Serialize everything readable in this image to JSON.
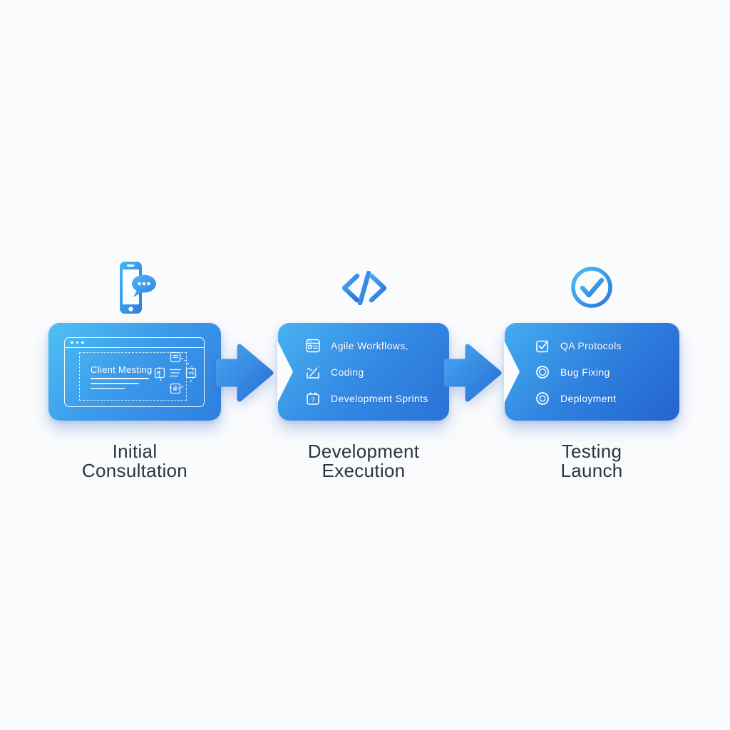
{
  "colors": {
    "background": "#fafbfd",
    "card_gradient_light": "#4ec1f2",
    "card_gradient_dark": "#2464ce",
    "arrow_gradient_light": "#45a5ee",
    "arrow_gradient_dark": "#2a70d6",
    "card_text": "#ffffff",
    "title_text": "#2d3340"
  },
  "stages": [
    {
      "top_icon": "phone-chat-icon",
      "title_lines": [
        "Initial",
        "Consultation"
      ],
      "card": {
        "type": "browser-mockup",
        "heading": "Client Mesting",
        "decor_icons": [
          "window-dots",
          "dashed-frame",
          "text-lines",
          "process-cycle-icon"
        ]
      }
    },
    {
      "top_icon": "code-icon",
      "title_lines": [
        "Development",
        "Execution"
      ],
      "card": {
        "type": "list",
        "items": [
          {
            "icon": "task-list-icon",
            "label": "Agile Workflows,"
          },
          {
            "icon": "writing-icon",
            "label": "Coding"
          },
          {
            "icon": "calendar-icon",
            "label": "Development Sprints"
          }
        ]
      }
    },
    {
      "top_icon": "check-circle-icon",
      "title_lines": [
        "Testing",
        "Launch"
      ],
      "card": {
        "type": "list",
        "items": [
          {
            "icon": "checkbox-icon",
            "label": "QA Protocols"
          },
          {
            "icon": "badge-icon",
            "label": "Bug Fixing"
          },
          {
            "icon": "gear-icon",
            "label": "Deployment"
          }
        ]
      }
    }
  ],
  "connectors": [
    {
      "type": "arrow-right"
    },
    {
      "type": "arrow-right"
    }
  ]
}
